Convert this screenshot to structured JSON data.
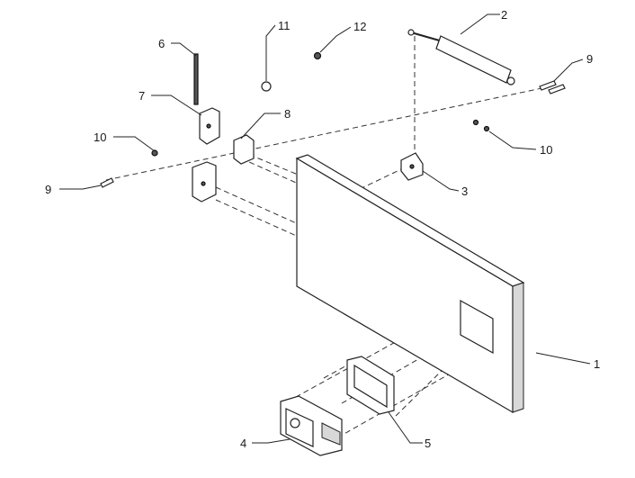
{
  "callouts": {
    "c1": "1",
    "c2": "2",
    "c3": "3",
    "c4": "4",
    "c5": "5",
    "c6": "6",
    "c7": "7",
    "c8": "8",
    "c9_left": "9",
    "c9_right": "9",
    "c10_left": "10",
    "c10_right": "10",
    "c11": "11",
    "c12": "12"
  }
}
